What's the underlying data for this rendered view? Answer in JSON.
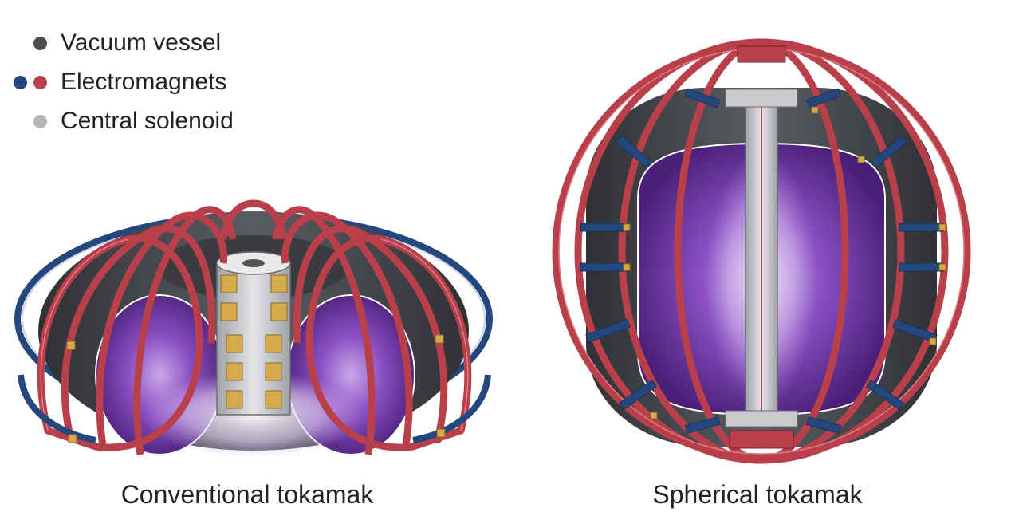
{
  "legend": {
    "items": [
      {
        "label": "Vacuum vessel",
        "colors": [
          "#4a4d52"
        ]
      },
      {
        "label": "Electromagnets",
        "colors": [
          "#24477e",
          "#b9404a"
        ]
      },
      {
        "label": "Central solenoid",
        "colors": [
          "#b3b5b8"
        ]
      }
    ]
  },
  "captions": {
    "left": "Conventional tokamak",
    "right": "Spherical tokamak"
  },
  "palette": {
    "vessel": "#4a4d52",
    "magnet_red": "#b9404a",
    "magnet_blue": "#24477e",
    "solenoid": "#b3b5b8",
    "plasma": "#7b3fb0",
    "gold": "#d6a94a"
  }
}
